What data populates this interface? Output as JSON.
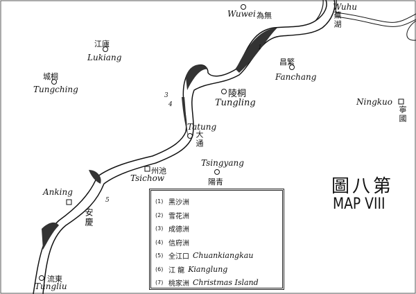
{
  "places": {
    "wuhu": {
      "en": "Wuhu",
      "cn": "蕪湖"
    },
    "wuwei": {
      "en": "Wuwei",
      "cn": "為無"
    },
    "lukiang": {
      "en": "Lukiang",
      "cn": "江廬"
    },
    "tungching": {
      "en": "Tungching",
      "cn": "城桐"
    },
    "tungling": {
      "en": "Tungling",
      "cn": "陵桐"
    },
    "fanchang": {
      "en": "Fanchang",
      "cn": "昌繁"
    },
    "ningkuo": {
      "en": "Ningkuo",
      "cn": "寧國"
    },
    "tatung": {
      "en": "Tatung",
      "cn": "大通"
    },
    "tsingyang": {
      "en": "Tsingyang",
      "cn": "陽青"
    },
    "tsichow": {
      "en": "Tsichow",
      "cn": "州池"
    },
    "anking": {
      "en": "Anking",
      "cn": "安慶"
    },
    "tungliu": {
      "en": "Tungliu",
      "cn": "流東"
    }
  },
  "island_numbers": [
    "1",
    "3",
    "4",
    "5"
  ],
  "title": {
    "cn": "圖八第",
    "en": "MAP VIII"
  },
  "legend": [
    {
      "num": "(1)",
      "cn": "黑沙洲",
      "en": ""
    },
    {
      "num": "(2)",
      "cn": "雪花洲",
      "en": ""
    },
    {
      "num": "(3)",
      "cn": "成德洲",
      "en": ""
    },
    {
      "num": "(4)",
      "cn": "信府洲",
      "en": ""
    },
    {
      "num": "(5)",
      "cn": "全江口",
      "en": "Chuankiangkau"
    },
    {
      "num": "(6)",
      "cn": "江 龍",
      "en": "Kianglung"
    },
    {
      "num": "(7)",
      "cn": "桃家洲",
      "en": "Christmas Island"
    }
  ]
}
